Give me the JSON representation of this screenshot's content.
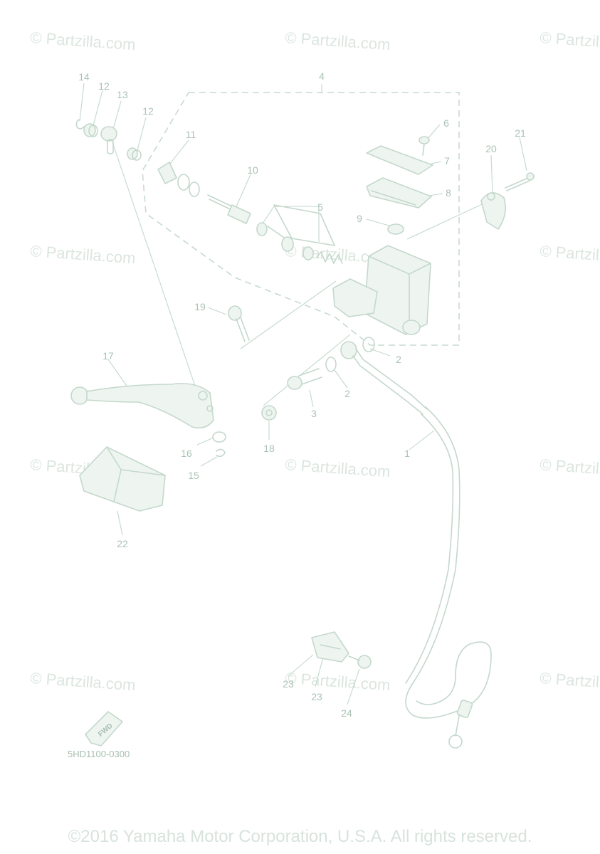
{
  "watermarks": [
    "© Partzilla.com",
    "© Partzilla.com",
    "© Partzilla.com",
    "© Partzilla.com",
    "© Partzilla.com",
    "© Partzilla.com",
    "© Partzilla.com",
    "© Partzilla.com",
    "© Partzilla.com",
    "© Partzilla.com",
    "© Partzilla.com",
    "© Partzilla.com"
  ],
  "callouts": {
    "c1": "1",
    "c2a": "2",
    "c2b": "2",
    "c3": "3",
    "c4": "4",
    "c5": "5",
    "c6": "6",
    "c7": "7",
    "c8": "8",
    "c9": "9",
    "c10": "10",
    "c11": "11",
    "c12a": "12",
    "c12b": "12",
    "c13": "13",
    "c14": "14",
    "c15": "15",
    "c16": "16",
    "c17": "17",
    "c18": "18",
    "c19": "19",
    "c20": "20",
    "c21": "21",
    "c22": "22",
    "c23a": "23",
    "c23b": "23",
    "c24": "24"
  },
  "direction_marker": "FWD",
  "diagram_code": "5HD1100-0300",
  "copyright": "©2016 Yamaha Motor Corporation, U.S.A. All rights reserved.",
  "colors": {
    "line": "#c4d8cc",
    "text": "#aac3b4",
    "watermark": "#dbe6df"
  }
}
